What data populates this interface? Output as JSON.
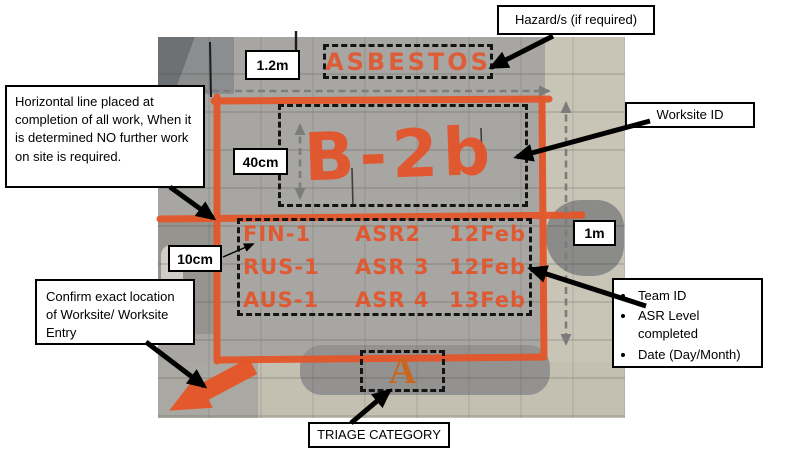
{
  "diagram": {
    "wall_markings": {
      "hazard": "ASBESTOS",
      "worksite_id": "B-2b",
      "triage_category": "A",
      "team_rows": [
        {
          "team": "FIN-1",
          "asr_level": "ASR2",
          "date": "12Feb"
        },
        {
          "team": "RUS-1",
          "asr_level": "ASR 3",
          "date": "12Feb"
        },
        {
          "team": "AUS-1",
          "asr_level": "ASR 4",
          "date": "13Feb"
        }
      ]
    },
    "measurements": {
      "marking_width": "1.2m",
      "worksite_id_height": "40cm",
      "text_offset": "10cm",
      "lower_section_height": "1m"
    },
    "callouts": {
      "hazard": "Hazard/s (if required)",
      "worksite_id": "Worksite ID",
      "completion_note": "Horizontal line placed at completion of all work, When it is determined NO further work on site is required.",
      "confirm_location": "Confirm exact location of Worksite/ Worksite Entry",
      "team_info_bullets": [
        "Team ID",
        "ASR Level completed",
        "Date (Day/Month)"
      ],
      "triage": "TRIAGE CATEGORY"
    },
    "colors": {
      "spray_orange": "#E65426",
      "triage_orange": "#C8671D",
      "measure_gray": "#7C7C7C"
    }
  }
}
